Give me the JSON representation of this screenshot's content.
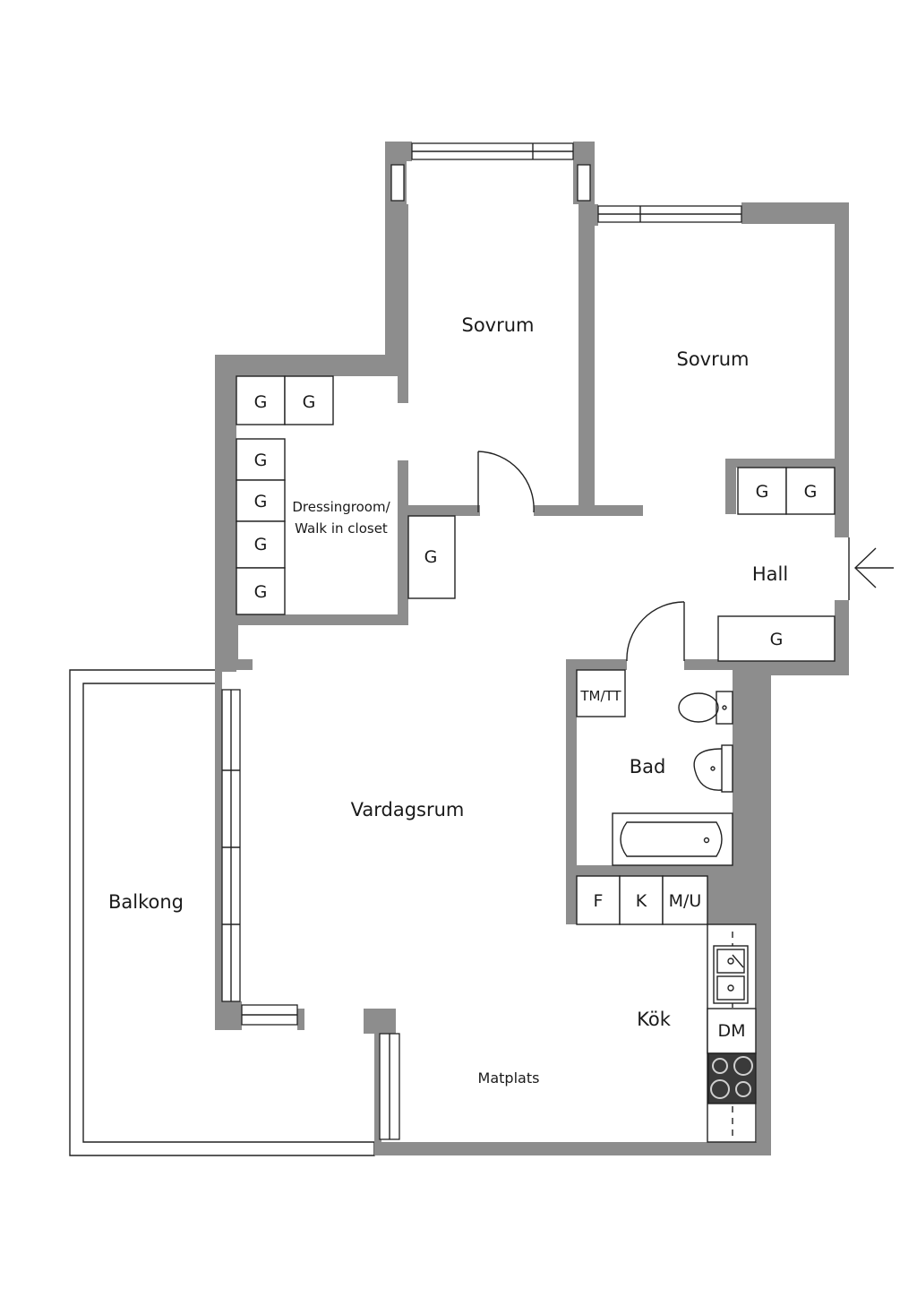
{
  "rooms": {
    "sovrum_1": "Sovrum",
    "sovrum_2": "Sovrum",
    "dressingroom_line1": "Dressingroom/",
    "dressingroom_line2": "Walk in closet",
    "hall": "Hall",
    "bad": "Bad",
    "vardagsrum": "Vardagsrum",
    "balkong": "Balkong",
    "kok": "Kök",
    "matplats": "Matplats"
  },
  "fixtures": {
    "wardrobe": "G",
    "washer": "TM/TT",
    "fridge": "F",
    "freezer": "K",
    "microwave_oven": "M/U",
    "dishwasher": "DM"
  },
  "colors": {
    "wall": "#8d8d8d",
    "line": "#222222",
    "background": "#ffffff"
  }
}
